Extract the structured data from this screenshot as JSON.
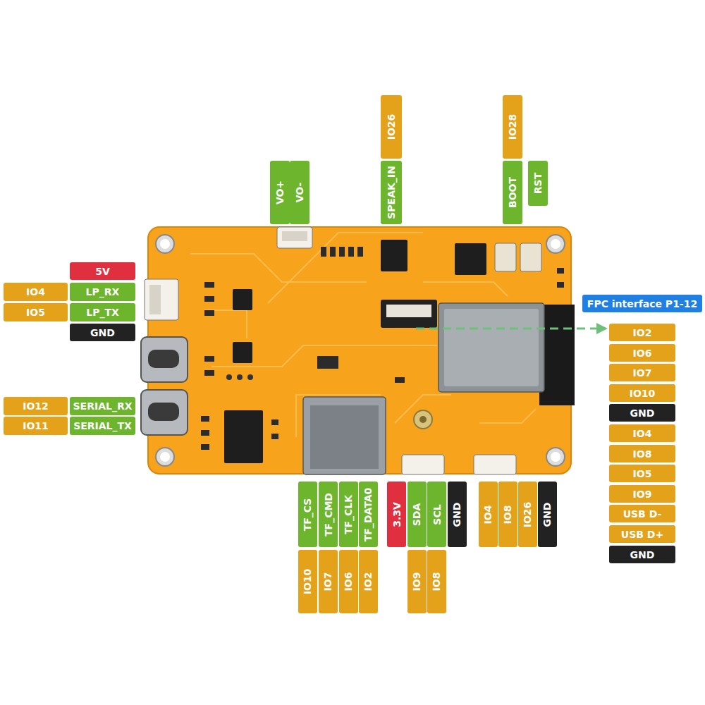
{
  "diagram": {
    "nodes": [
      {
        "text": [
          "IO26"
        ]
      },
      {
        "text": [
          "IO28"
        ]
      },
      {
        "text": [
          "VO+"
        ]
      },
      {
        "text": [
          "VO-"
        ]
      },
      {
        "text": [
          "SPEAK_IN"
        ]
      },
      {
        "text": [
          "BOOT"
        ]
      },
      {
        "text": [
          "RST"
        ]
      },
      {
        "text": [
          "5V"
        ]
      },
      {
        "text": [
          "IO4"
        ]
      },
      {
        "text": [
          "LP_RX"
        ]
      },
      {
        "text": [
          "FPC interface P1-12"
        ]
      },
      {
        "text": [
          "IO5"
        ]
      },
      {
        "text": [
          "LP_TX"
        ]
      },
      {
        "text": [
          "GND"
        ]
      },
      {
        "text": [
          "IO2"
        ]
      },
      {
        "text": [
          "IO6"
        ]
      },
      {
        "text": [
          "IO7"
        ]
      },
      {
        "text": [
          "IO10"
        ]
      },
      {
        "text": [
          "GND"
        ]
      },
      {
        "text": [
          "IO4"
        ]
      },
      {
        "text": [
          "IO8"
        ]
      },
      {
        "text": [
          "IO5"
        ]
      },
      {
        "text": [
          "IO9"
        ]
      },
      {
        "text": [
          "USB D-"
        ]
      },
      {
        "text": [
          "USB D+"
        ]
      },
      {
        "text": [
          "GND"
        ]
      },
      {
        "text": [
          "IO12"
        ]
      },
      {
        "text": [
          "SERIAL_RX"
        ]
      },
      {
        "text": [
          "IO11"
        ]
      },
      {
        "text": [
          "SERIAL_TX"
        ]
      },
      {
        "text": [
          "TF_CS"
        ]
      },
      {
        "text": [
          "TF_CMD"
        ]
      },
      {
        "text": [
          "TF_CLK"
        ]
      },
      {
        "text": [
          "TF_DATA0"
        ]
      },
      {
        "text": [
          "3.3V"
        ]
      },
      {
        "text": [
          "SDA"
        ]
      },
      {
        "text": [
          "SCL"
        ]
      },
      {
        "text": [
          "GND"
        ]
      },
      {
        "text": [
          "IO4"
        ]
      },
      {
        "text": [
          "IO8"
        ]
      },
      {
        "text": [
          "IO26"
        ]
      },
      {
        "text": [
          "GND"
        ]
      },
      {
        "text": [
          "IO10"
        ]
      },
      {
        "text": [
          "IO7"
        ]
      },
      {
        "text": [
          "IO6"
        ]
      },
      {
        "text": [
          "IO2"
        ]
      },
      {
        "text": [
          "IO9"
        ]
      },
      {
        "text": [
          "IO8"
        ]
      }
    ]
  }
}
